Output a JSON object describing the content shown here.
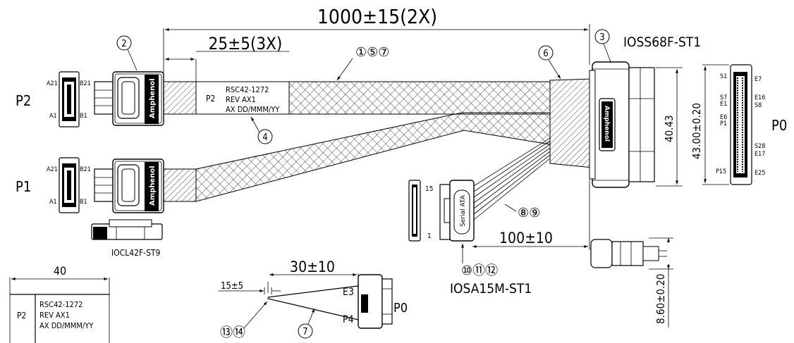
{
  "dimensions": {
    "overall_length": "1000±15(2X)",
    "branch_length": "25±5(3X)",
    "sata_offset": "100±10",
    "p0_short_length": "30±10",
    "p0_tail": "15±5",
    "p0_height": "40.43",
    "p0_width": "43.00±0.20",
    "p0_depth": "8.60±0.20",
    "label_width": "40"
  },
  "balloons": {
    "b2": "2",
    "b3": "3",
    "b157": "①⑤⑦",
    "b4": "4",
    "b6": "6",
    "b89": "⑧⑨",
    "b101112": "⑩⑪⑫",
    "b1314": "⑬⑭",
    "b7": "7"
  },
  "parts": {
    "p0_connector": "IOSS68F-ST1",
    "sata_connector": "IOSA15M-ST1",
    "latch_part": "IOCL42F-ST9"
  },
  "ports": {
    "p2": "P2",
    "p1": "P1",
    "p0": "P0",
    "p4": "P4",
    "e3": "E3"
  },
  "pins": {
    "a21": "A21",
    "a1": "A1",
    "b21": "B21",
    "b1": "B1",
    "s1": "S1",
    "s7": "S7",
    "e1": "E1",
    "e6": "E6",
    "p1": "P1",
    "p15": "P15",
    "e7": "E7",
    "e16": "E16",
    "s8": "S8",
    "s28": "S28",
    "e17": "E17",
    "e25": "E25",
    "sata15": "15",
    "sata1": "1"
  },
  "label": {
    "port": "P2",
    "line1": "RSC42-1272",
    "line2": "REV AX1",
    "line3": "AX DD/MMM/YY"
  },
  "brand": "Amphenol",
  "sata_text": "Serial ATA"
}
